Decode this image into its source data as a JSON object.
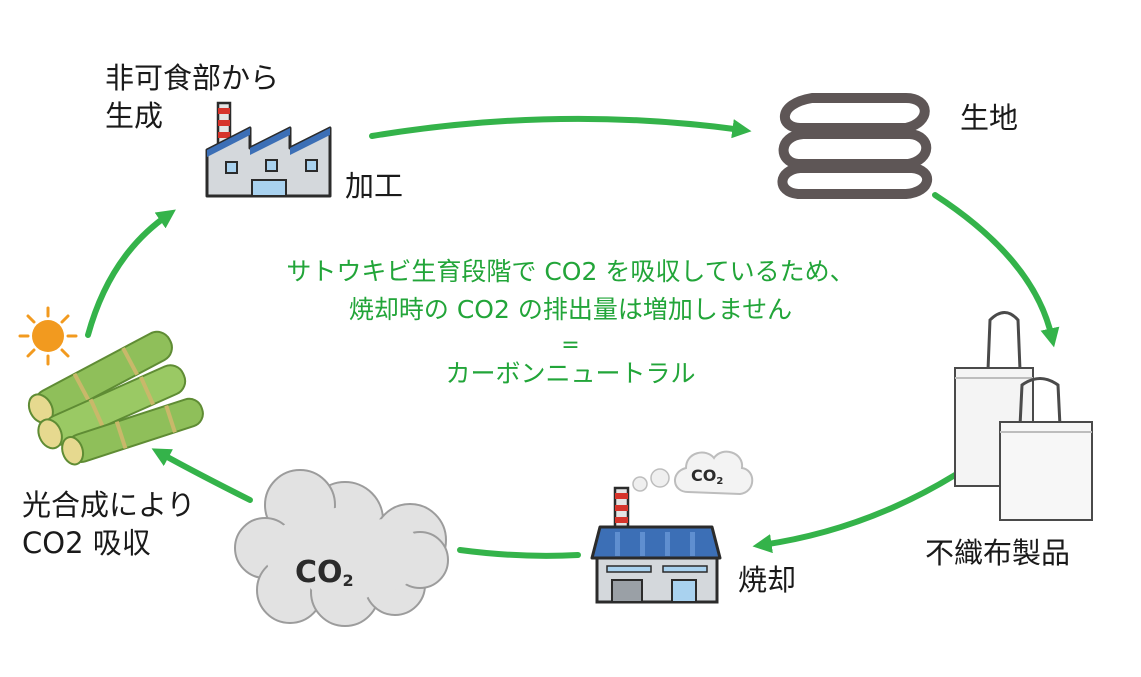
{
  "colors": {
    "arrow": "#34b34a",
    "center_text": "#22a539",
    "label_text": "#1a1a1a",
    "cane": "#8fbf5a",
    "cloud": "#e2e2e2",
    "factory_roof": "#3c6fb6",
    "sun": "#f29a1f",
    "fabric": "#5e5656"
  },
  "icons": [
    "factory-icon",
    "fabric-stack-icon",
    "tote-bags-icon",
    "incinerator-icon",
    "co2-cloud-icon",
    "sugarcane-icon",
    "sun-icon"
  ],
  "labels": {
    "source": "非可食部から\n生成",
    "process": "加工",
    "fabric": "生地",
    "product": "不織布製品",
    "incineration": "焼却",
    "photosynthesis": "光合成により\nCO2 吸収"
  },
  "center": {
    "line1": "サトウキビ生育段階で CO2 を吸収しているため、",
    "line2": "焼却時の CO2 の排出量は増加しません",
    "equals": "=",
    "line3": "カーボンニュートラル"
  },
  "co2_big": {
    "main": "CO",
    "sub": "2"
  },
  "co2_small": {
    "main": "CO",
    "sub": "2"
  }
}
